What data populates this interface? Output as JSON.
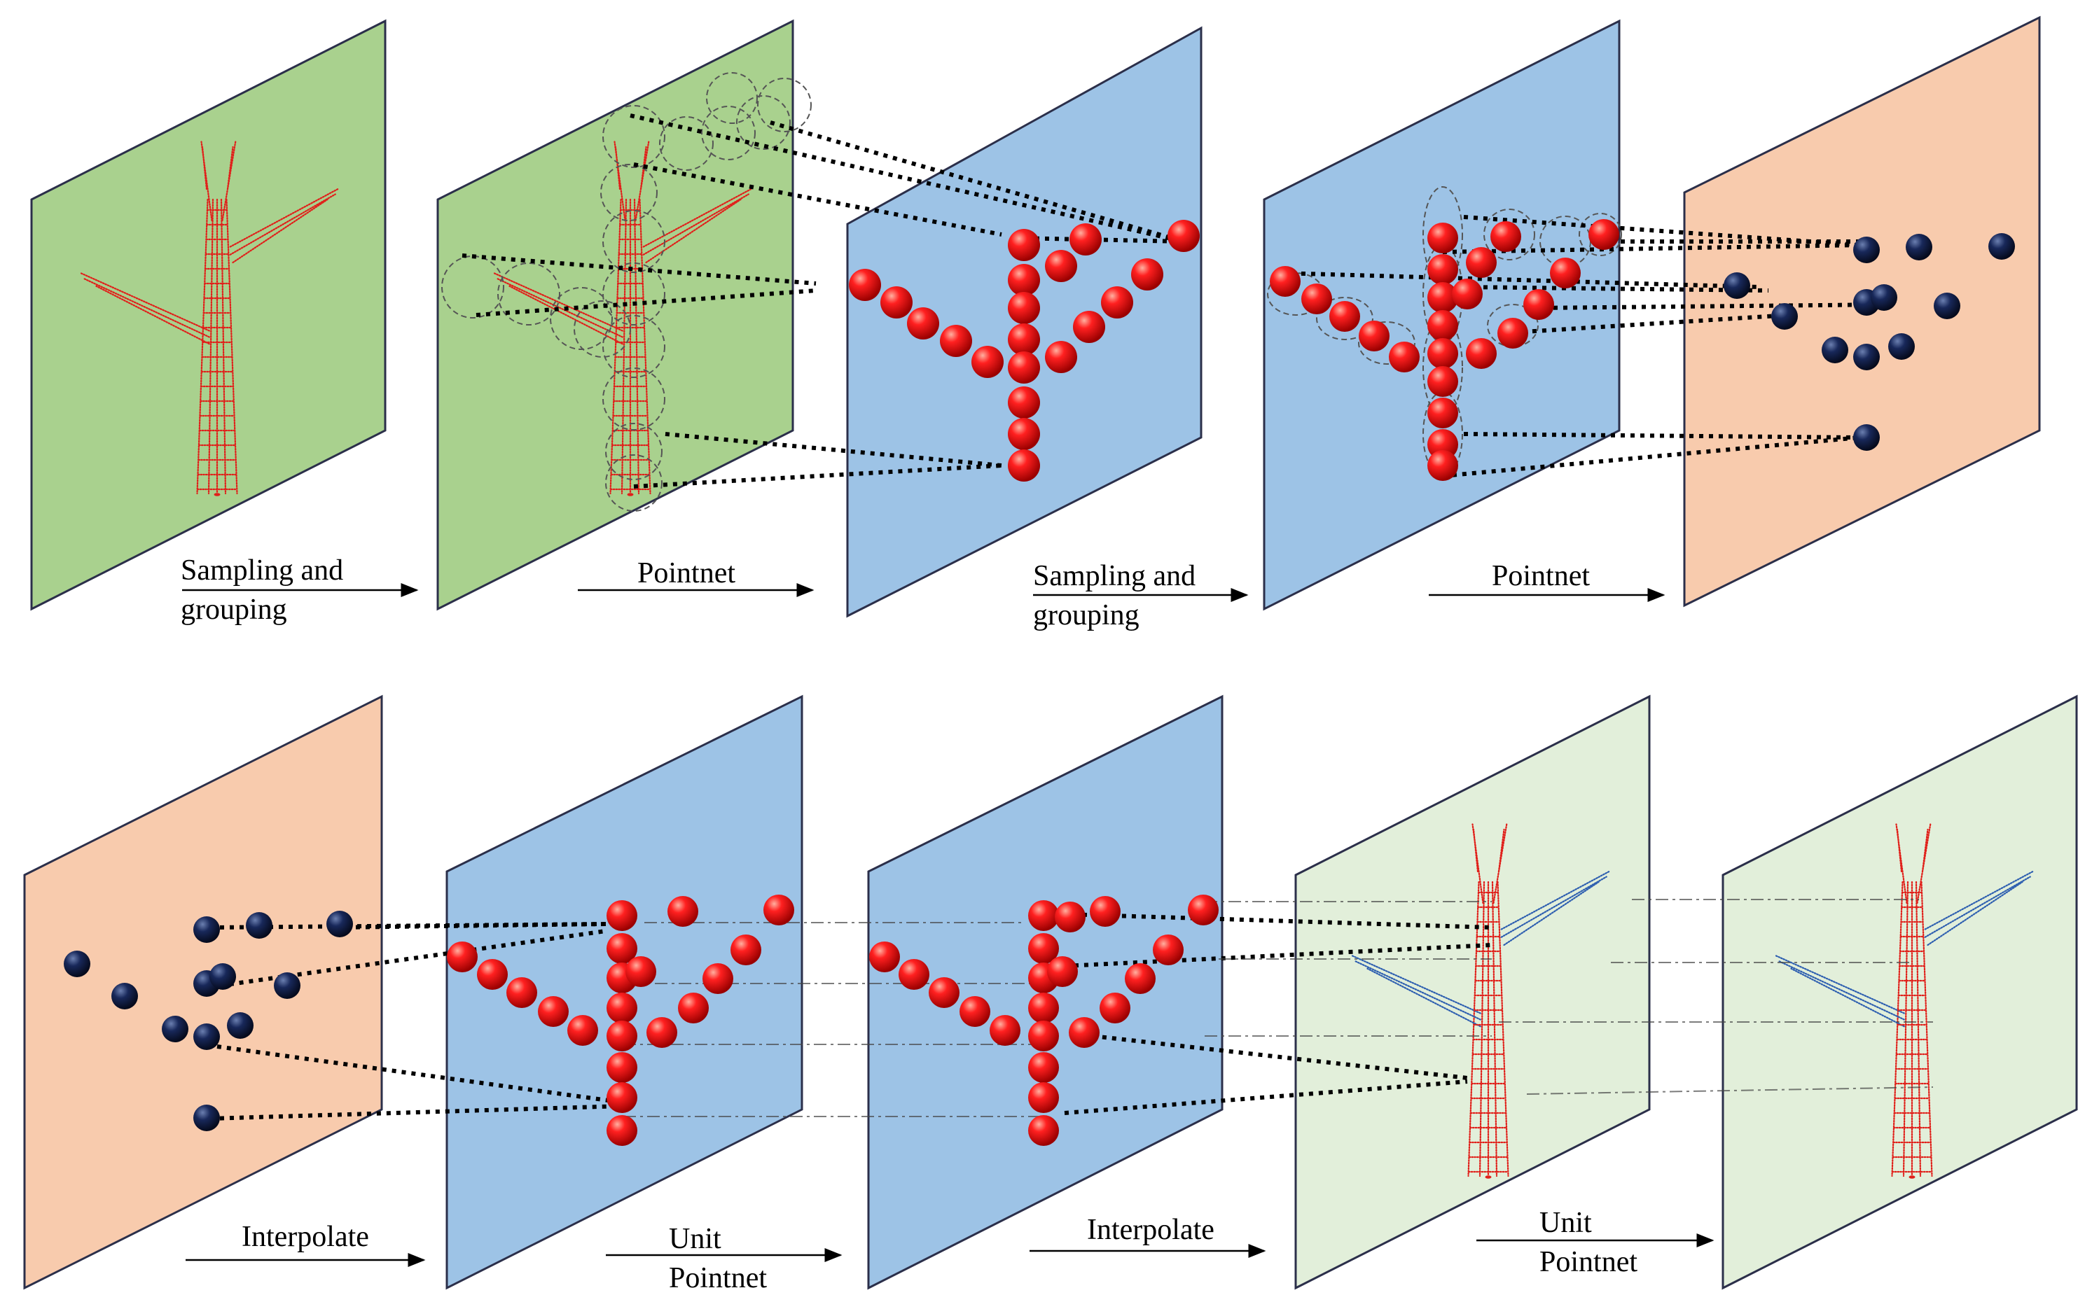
{
  "labels": {
    "top_1": [
      "Sampling and",
      "grouping"
    ],
    "top_2": [
      "Pointnet"
    ],
    "top_3": [
      "Sampling and",
      "grouping"
    ],
    "top_4": [
      "Pointnet"
    ],
    "bottom_1": [
      "Interpolate"
    ],
    "bottom_2": [
      "Unit",
      "Pointnet"
    ],
    "bottom_3": [
      "Interpolate"
    ],
    "bottom_4": [
      "Unit",
      "Pointnet"
    ]
  },
  "colors": {
    "panel_green": "#a9d18e",
    "panel_blue": "#9dc3e6",
    "panel_orange": "#f8cbad",
    "panel_light_green": "#e2efda",
    "red_sphere": "#e00000",
    "navy_sphere": "#102040",
    "red_points": "#e0201a",
    "blue_points": "#2e5fb0"
  },
  "icons": [
    "point-cloud-tower",
    "red-sphere",
    "navy-sphere",
    "grouping-circle"
  ]
}
